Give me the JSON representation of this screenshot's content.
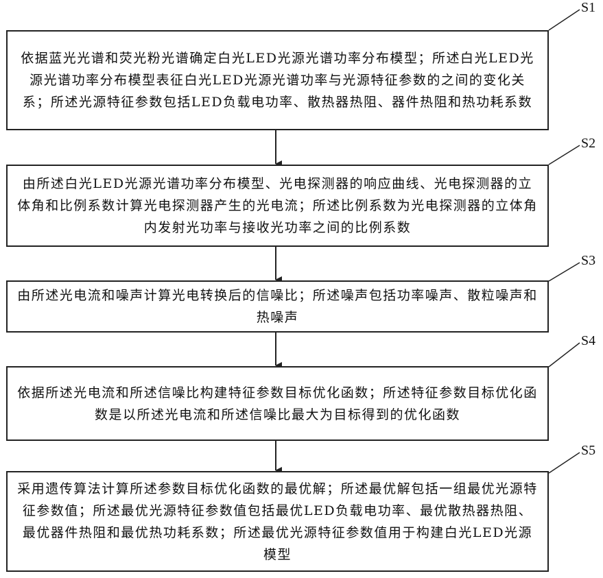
{
  "steps": [
    {
      "label": "S1",
      "text": "依据蓝光光谱和荧光粉光谱确定白光LED光源光谱功率分布模型；所述白光LED光源光谱功率分布模型表征白光LED光源光谱功率与光源特征参数的之间的变化关系；所述光源特征参数包括LED负载电功率、散热器热阻、器件热阻和热功耗系数"
    },
    {
      "label": "S2",
      "text": "由所述白光LED光源光谱功率分布模型、光电探测器的响应曲线、光电探测器的立体角和比例系数计算光电探测器产生的光电流；所述比例系数为光电探测器的立体角内发射光功率与接收光功率之间的比例系数"
    },
    {
      "label": "S3",
      "text": "由所述光电流和噪声计算光电转换后的信噪比；所述噪声包括功率噪声、散粒噪声和热噪声"
    },
    {
      "label": "S4",
      "text": "依据所述光电流和所述信噪比构建特征参数目标优化函数；所述特征参数目标优化函数是以所述光电流和所述信噪比最大为目标得到的优化函数"
    },
    {
      "label": "S5",
      "text": "采用遗传算法计算所述参数目标优化函数的最优解；所述最优解包括一组最优光源特征参数值；所述最优光源特征参数值包括最优LED负载电功率、最优散热器热阻、最优器件热阻和最优热功耗系数；所述最优光源特征参数值用于构建白光LED光源模型"
    }
  ]
}
